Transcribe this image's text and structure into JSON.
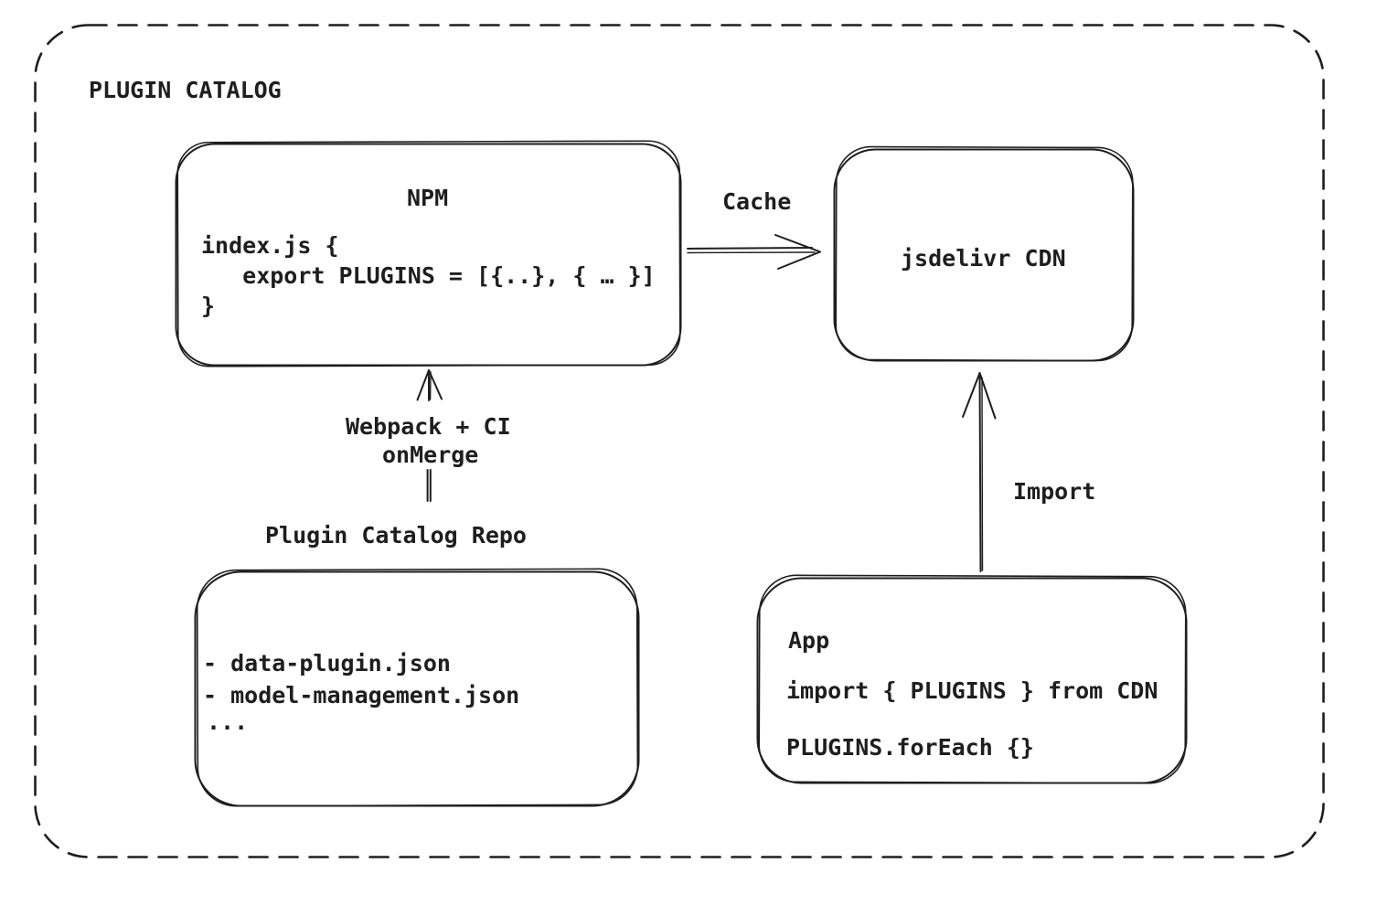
{
  "diagram": {
    "title": "PLUGIN CATALOG",
    "npm": {
      "title": "NPM",
      "code_lines": [
        "index.js {",
        "   export PLUGINS = [{..}, { … }]",
        "}"
      ]
    },
    "cdn": {
      "label": "jsdelivr CDN"
    },
    "repo": {
      "label": "Plugin Catalog Repo",
      "files": [
        "- data-plugin.json",
        "- model-management.json",
        "..."
      ]
    },
    "app": {
      "title": "App",
      "code_lines": [
        "import { PLUGINS } from CDN",
        "PLUGINS.forEach {}"
      ]
    },
    "edges": {
      "cache_label": "Cache",
      "build_label_line1": "Webpack + CI",
      "build_label_line2": "onMerge",
      "import_label": "Import"
    },
    "colors": {
      "stroke": "#1e1e1e",
      "background": "#ffffff"
    }
  }
}
